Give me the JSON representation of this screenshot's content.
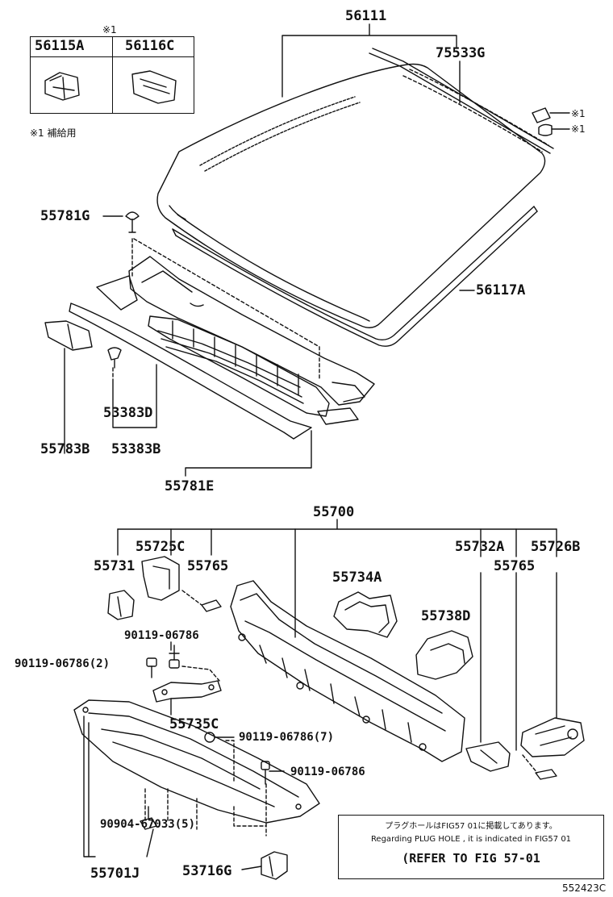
{
  "diagram_id": "552423C",
  "inset": {
    "marker": "※1",
    "parts": [
      "56115A",
      "56116C"
    ],
    "footnote": "※1 補給用"
  },
  "callout_marker": "※1",
  "part_labels": {
    "p56111": "56111",
    "p75533G": "75533G",
    "p55781G": "55781G",
    "p56117A": "56117A",
    "p53383D": "53383D",
    "p55783B": "55783B",
    "p53383B": "53383B",
    "p55781E": "55781E",
    "p55700": "55700",
    "p55725C": "55725C",
    "p55731": "55731",
    "p55765a": "55765",
    "p55732A": "55732A",
    "p55726B": "55726B",
    "p55765b": "55765",
    "p55734A": "55734A",
    "p55738D": "55738D",
    "p90119a": "90119-06786",
    "p90119b": "90119-06786(2)",
    "p55735C": "55735C",
    "p90119c": "90119-06786(7)",
    "p90119d": "90119-06786",
    "p90904": "90904-67033(5)",
    "p55701J": "55701J",
    "p53716G": "53716G"
  },
  "reference_box": {
    "line_jp": "プラグホールはFIG57 01に掲載してあります。",
    "line_en": "Regarding PLUG HOLE , it is indicated in FIG57 01",
    "link": "(REFER TO FIG 57-01"
  },
  "colors": {
    "ink": "#111111",
    "paper": "#ffffff"
  }
}
